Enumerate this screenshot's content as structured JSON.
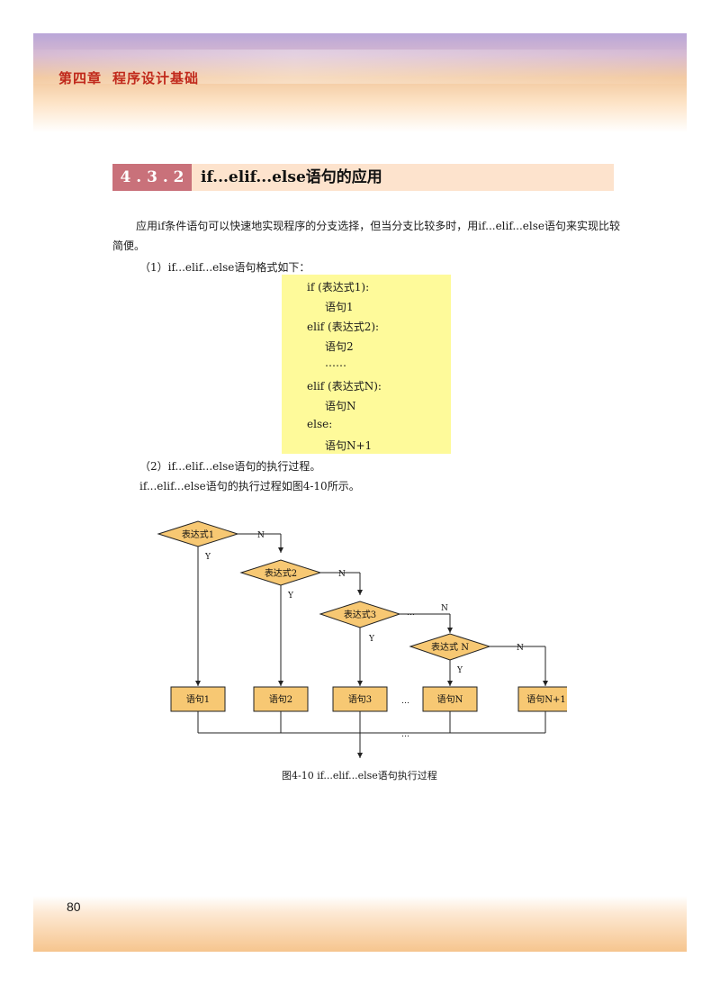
{
  "header": {
    "chapter": "第四章",
    "chapter_title": "程序设计基础"
  },
  "section": {
    "number": "4 . 3 . 2",
    "title": "if...elif...else语句的应用"
  },
  "paragraphs": {
    "intro": "应用if条件语句可以快速地实现程序的分支选择，但当分支比较多时，用if...elif...else语句来实现比较简便。",
    "item1": "（1）if...elif...else语句格式如下：",
    "item2": "（2）if...elif...else语句的执行过程。",
    "item2_desc": "if...elif...else语句的执行过程如图4-10所示。"
  },
  "code_lines": [
    "if (表达式1):",
    "语句1",
    "elif (表达式2):",
    "语句2",
    "……",
    "elif (表达式N):",
    "语句N",
    "else:",
    "语句N+1"
  ],
  "flowchart": {
    "conditions": [
      "表达式1",
      "表达式2",
      "表达式3",
      "表达式 N"
    ],
    "statements": [
      "语句1",
      "语句2",
      "语句3",
      "语句N",
      "语句N+1"
    ],
    "yes_label": "Y",
    "no_label": "N",
    "ellipsis": "…",
    "fill": "#f7c873",
    "stroke": "#222222"
  },
  "figure_caption": "图4-10   if...elif...else语句执行过程",
  "page_number": "80",
  "colors": {
    "section_number_bg": "#c9717a",
    "section_bg": "#fde3cd",
    "code_bg": "#fefa9a",
    "chapter_text": "#c0281b"
  }
}
